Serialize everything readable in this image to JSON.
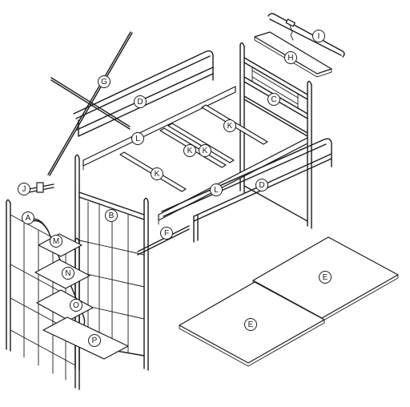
{
  "diagram": {
    "kind": "exploded-assembly",
    "parts": [
      {
        "id": "part-a",
        "label": "A",
        "name": "ladder-end-frame"
      },
      {
        "id": "part-b",
        "label": "B",
        "name": "front-end-frame"
      },
      {
        "id": "part-c",
        "label": "C",
        "name": "rear-end-frame"
      },
      {
        "id": "part-d1",
        "label": "D",
        "name": "upper-guard-rail"
      },
      {
        "id": "part-d2",
        "label": "D",
        "name": "front-guard-rail"
      },
      {
        "id": "part-e1",
        "label": "E",
        "name": "floor-panel-left"
      },
      {
        "id": "part-e2",
        "label": "E",
        "name": "floor-panel-right"
      },
      {
        "id": "part-f",
        "label": "F",
        "name": "side-rail-bracket"
      },
      {
        "id": "part-g",
        "label": "G",
        "name": "cross-brace"
      },
      {
        "id": "part-h",
        "label": "H",
        "name": "top-shelf-board"
      },
      {
        "id": "part-i",
        "label": "I",
        "name": "lamp-bar"
      },
      {
        "id": "part-j",
        "label": "J",
        "name": "bolt-fitting"
      },
      {
        "id": "part-k1",
        "label": "K",
        "name": "slat-1"
      },
      {
        "id": "part-k2",
        "label": "K",
        "name": "slat-2"
      },
      {
        "id": "part-k3",
        "label": "K",
        "name": "slat-3"
      },
      {
        "id": "part-k4",
        "label": "K",
        "name": "slat-4"
      },
      {
        "id": "part-l1",
        "label": "L",
        "name": "side-rail-rear"
      },
      {
        "id": "part-l2",
        "label": "L",
        "name": "side-rail-front"
      },
      {
        "id": "part-m",
        "label": "M",
        "name": "step-1"
      },
      {
        "id": "part-n",
        "label": "N",
        "name": "step-2"
      },
      {
        "id": "part-o",
        "label": "O",
        "name": "step-3"
      },
      {
        "id": "part-p",
        "label": "P",
        "name": "step-4"
      }
    ]
  },
  "colors": {
    "line": "#1a1a1a",
    "fill": "#ffffff"
  }
}
